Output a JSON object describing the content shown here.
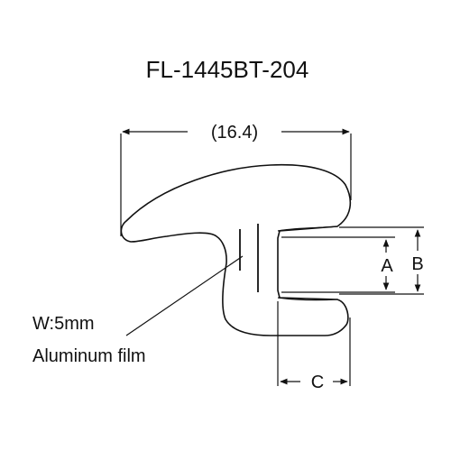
{
  "diagram": {
    "part_number": "FL-1445BT-204",
    "dimensions": {
      "overall_width": "(16.4)",
      "dim_a": "A",
      "dim_b": "B",
      "dim_c": "C"
    },
    "annotation": {
      "line1": "W:5mm",
      "line2": "Aluminum film"
    }
  }
}
